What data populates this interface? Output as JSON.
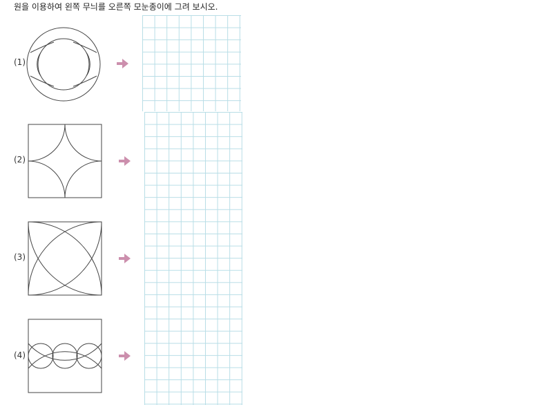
{
  "instruction": "원을 이용하여 왼쪽 무늬를 오른쪽 모눈종이에 그려 보시오.",
  "problems": [
    {
      "label": "(1)",
      "pattern": "ring-with-arcs"
    },
    {
      "label": "(2)",
      "pattern": "four-quarter-arcs-star"
    },
    {
      "label": "(3)",
      "pattern": "crossing-quarter-arcs"
    },
    {
      "label": "(4)",
      "pattern": "three-circles-with-arcs"
    }
  ],
  "colors": {
    "arrow": "#cc8fad",
    "grid_line": "#b7dde6",
    "stroke": "#444444"
  },
  "icons": {
    "arrow": "right-arrow-icon"
  }
}
